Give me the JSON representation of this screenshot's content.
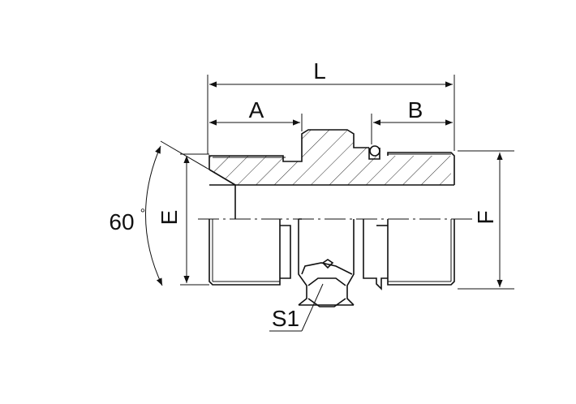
{
  "diagram": {
    "labels": {
      "length": "L",
      "left_thread_length": "A",
      "right_thread_length": "B",
      "left_diameter": "E",
      "right_diameter": "F",
      "hex_size": "S1",
      "cone_angle": "60",
      "degree_symbol": "°"
    },
    "colors": {
      "ink": "#111111",
      "background": "#ffffff"
    }
  }
}
